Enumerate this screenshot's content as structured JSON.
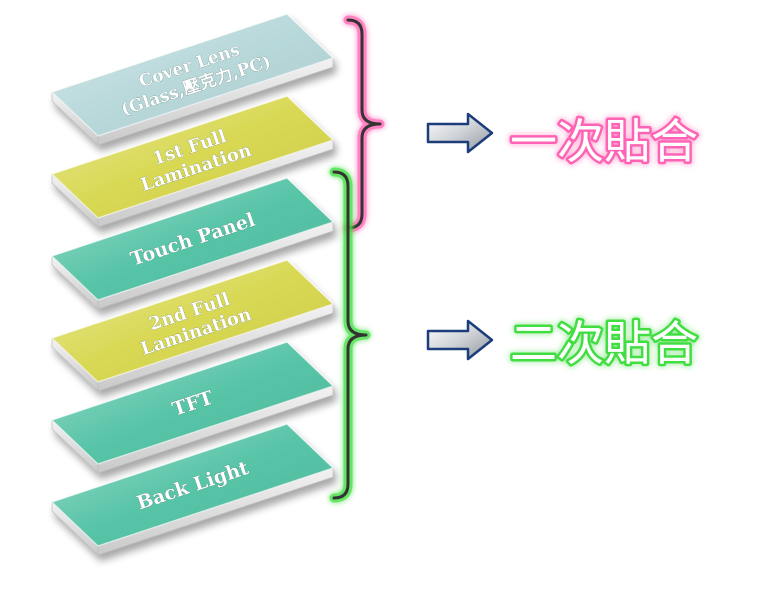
{
  "layers": [
    {
      "id": "cover-lens",
      "lines": [
        "Cover Lens",
        "(Glass,壓克力,PC)"
      ],
      "color": "#b4d6d8"
    },
    {
      "id": "first-lamination",
      "lines": [
        "1st Full",
        "Lamination"
      ],
      "color": "#d6d64a"
    },
    {
      "id": "touch-panel",
      "lines": [
        "Touch  Panel"
      ],
      "color": "#4fc1a3"
    },
    {
      "id": "second-lamination",
      "lines": [
        "2nd Full",
        "Lamination"
      ],
      "color": "#d6d64a"
    },
    {
      "id": "tft",
      "lines": [
        "TFT"
      ],
      "color": "#4fc1a3"
    },
    {
      "id": "back-light",
      "lines": [
        "Back Light"
      ],
      "color": "#4fc1a3"
    }
  ],
  "groups": [
    {
      "id": "first-bonding",
      "label": "一次貼合",
      "color": "#ff63b5",
      "glow": "#ffbfe3"
    },
    {
      "id": "second-bonding",
      "label": "二次貼合",
      "color": "#3fde3f",
      "glow": "#c6ffc6"
    }
  ]
}
